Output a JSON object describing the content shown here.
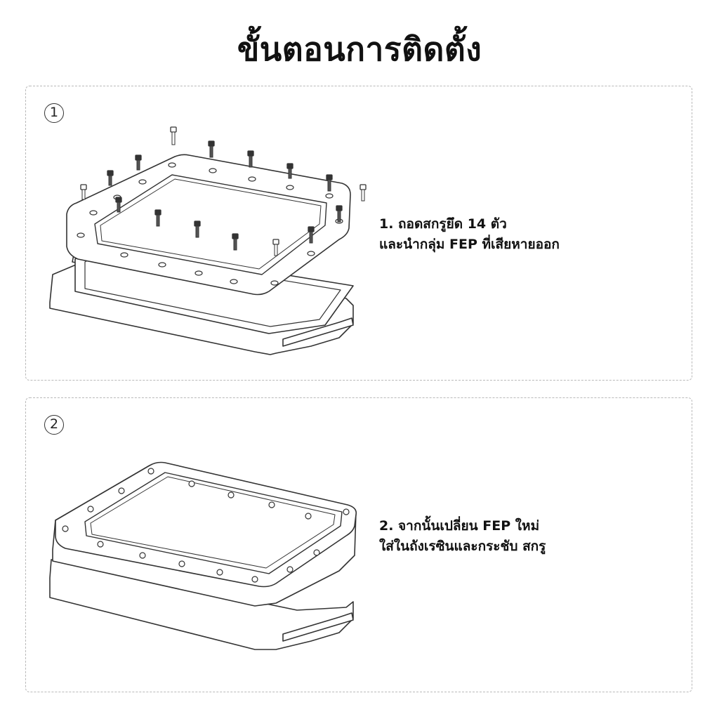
{
  "page": {
    "title": "ขั้นตอนการติดตั้ง"
  },
  "steps": [
    {
      "number": "1",
      "lines": [
        "1. ถอดสกรูยึด 14 ตัว",
        "และนำกลุ่ม FEP ที่เสียหายออก"
      ],
      "illustration": "resin-vat-exploded-with-screws"
    },
    {
      "number": "2",
      "lines": [
        "2. จากนั้นเปลี่ยน FEP ใหม่",
        "ใส่ในถังเรซินและกระชับ สกรู"
      ],
      "illustration": "resin-vat-assembled"
    }
  ],
  "colors": {
    "line": "#333333",
    "border": "#b9b9b9",
    "text": "#111111"
  }
}
